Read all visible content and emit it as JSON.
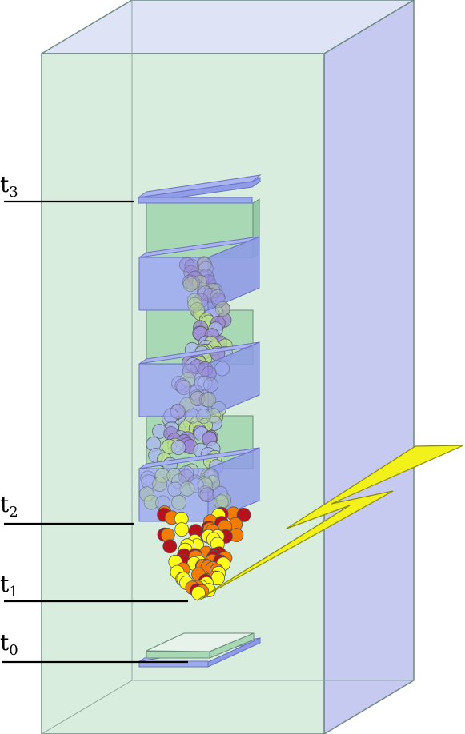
{
  "labels": {
    "t0": {
      "main": "t",
      "sub": "0"
    },
    "t1": {
      "main": "t",
      "sub": "1"
    },
    "t2": {
      "main": "t",
      "sub": "2"
    },
    "t3": {
      "main": "t",
      "sub": "3"
    }
  },
  "colors": {
    "box_fill": "#cfe7d6",
    "box_stroke": "#6a8a7a",
    "side_fill": "#c8c8f0",
    "top_fill": "#dde0f8",
    "column_fill": "#a9d9b4",
    "plate_fill": "#9ba8ee",
    "plate_edge": "#7f8ee0",
    "particle_green": "#b9e08a",
    "particle_blue": "#a9b5f0",
    "particle_purple": "#9b86d4",
    "particle_red": "#b5121b",
    "particle_orange": "#f57c00",
    "particle_yellow": "#ffff1a",
    "bolt": "#f2f21a"
  },
  "icons": [
    "lightning-bolt-icon"
  ]
}
